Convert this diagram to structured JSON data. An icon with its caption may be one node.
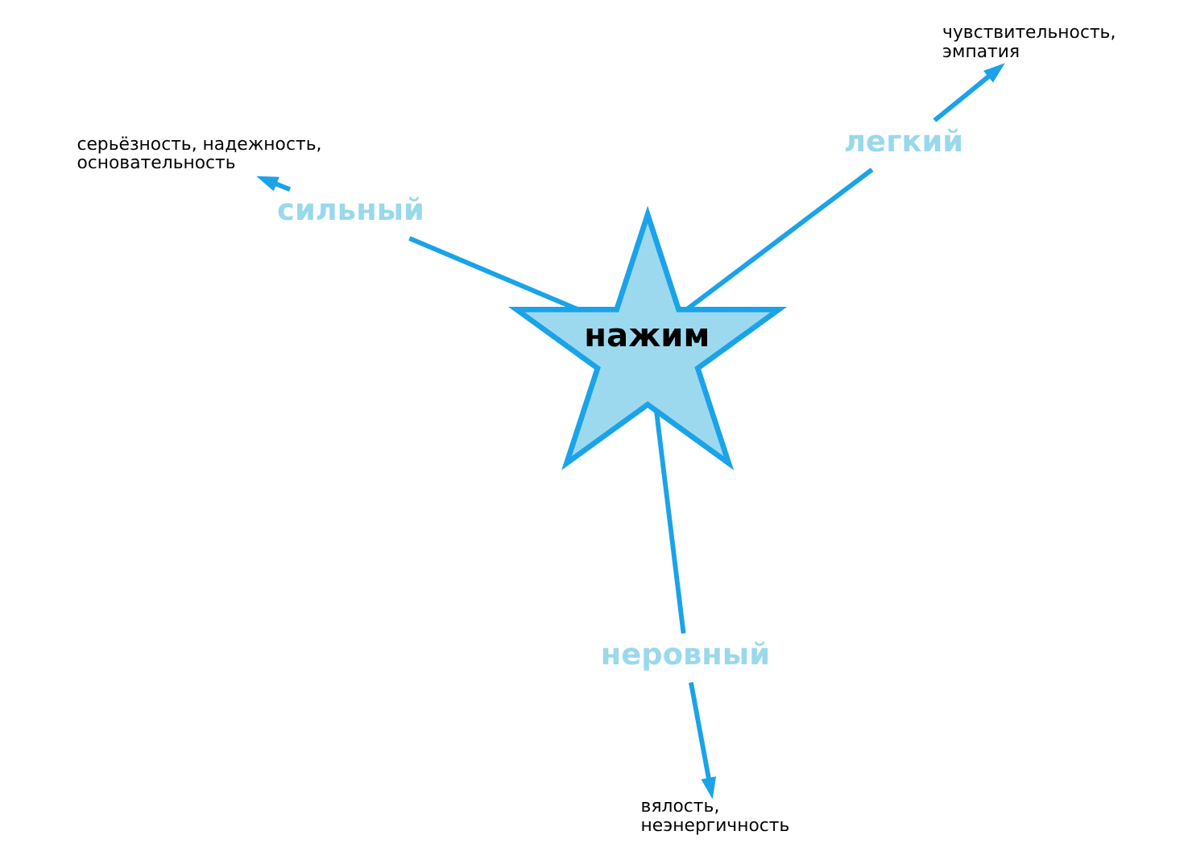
{
  "diagram": {
    "nodes": [
      {
        "text": [
          "серьёзность, надежность, основательность"
        ]
      },
      {
        "text": [
          "чувствительность, эмпатия"
        ]
      },
      {
        "text": [
          "сильный"
        ]
      },
      {
        "text": [
          "легкий"
        ]
      },
      {
        "text": [
          "нажим"
        ]
      },
      {
        "text": [
          "неровный"
        ]
      },
      {
        "text": [
          "вялость, неэнергичность"
        ]
      }
    ],
    "edges": [
      {
        "from": 4,
        "to": 2,
        "arrow": "none"
      },
      {
        "from": 4,
        "to": 3,
        "arrow": "none"
      },
      {
        "from": 4,
        "to": 5,
        "arrow": "none"
      },
      {
        "from": 2,
        "to": 0,
        "arrow": "to"
      },
      {
        "from": 3,
        "to": 1,
        "arrow": "to"
      },
      {
        "from": 5,
        "to": 6,
        "arrow": "to"
      }
    ]
  }
}
